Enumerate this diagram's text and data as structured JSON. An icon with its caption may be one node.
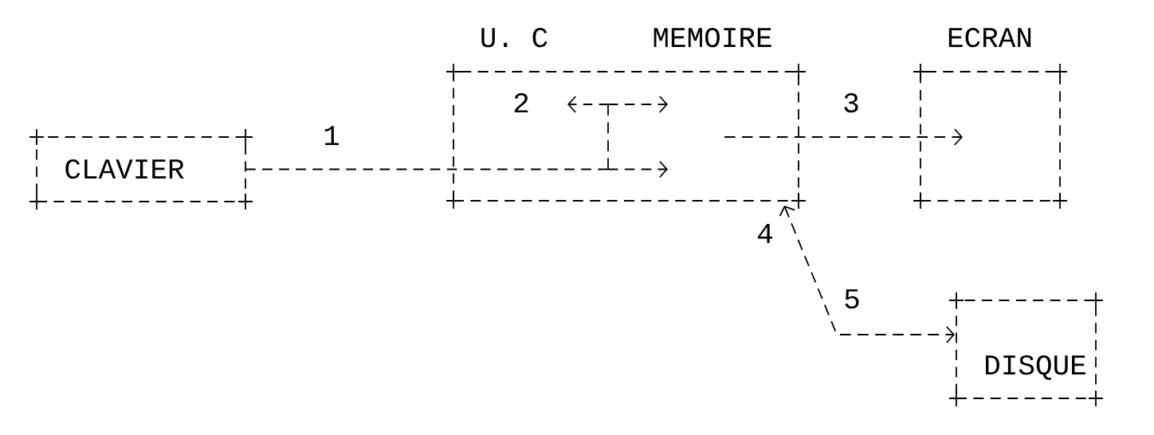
{
  "diagram": {
    "nodes": [
      {
        "text": [
          "CLAVIER"
        ]
      },
      {
        "text": [
          "U. C",
          "MEMOIRE"
        ]
      },
      {
        "text": [
          "ECRAN"
        ]
      },
      {
        "text": [
          "DISQUE"
        ]
      }
    ],
    "edges": [
      {
        "from": 0,
        "to": 1,
        "arrow": "to",
        "label": "1"
      },
      {
        "from": 0,
        "to": 1,
        "arrow": "to",
        "label": "2"
      },
      {
        "from": 0,
        "to": 1,
        "arrow": "to"
      },
      {
        "from": 1,
        "to": 2,
        "arrow": "to",
        "label": "3"
      },
      {
        "from": 1,
        "to": 3,
        "arrow": "both",
        "label": "5"
      }
    ],
    "labels": [
      "4"
    ]
  }
}
